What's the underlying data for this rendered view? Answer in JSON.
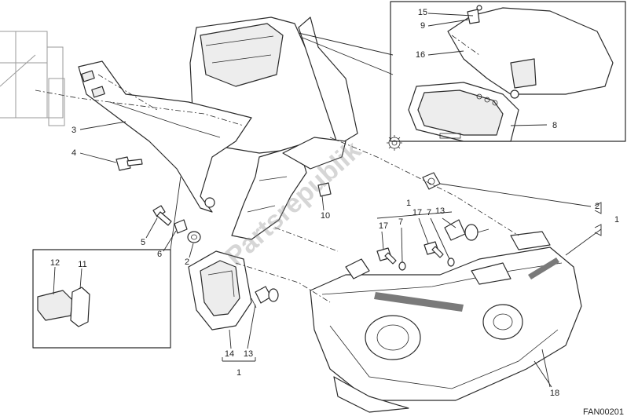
{
  "callouts": {
    "c15": "15",
    "c9": "9",
    "c16": "16",
    "c8": "8",
    "c3": "3",
    "c4": "4",
    "c5": "5",
    "c6": "6",
    "c2a": "2",
    "c10": "10",
    "c1a": "1",
    "c17a": "17",
    "c7a": "7",
    "c17b": "17",
    "c7b": "7",
    "c13a": "13",
    "c2b": "2",
    "c1b": "1",
    "c12": "12",
    "c11": "11",
    "c14": "14",
    "c13b": "13",
    "c1c": "1",
    "c18": "18"
  },
  "drawing_code": "FAN00201",
  "watermark": "Partsrepublik",
  "colors": {
    "line": "#2b2b2b",
    "watermark": "#8a8a8a",
    "stripe": "#7a7a7a"
  }
}
